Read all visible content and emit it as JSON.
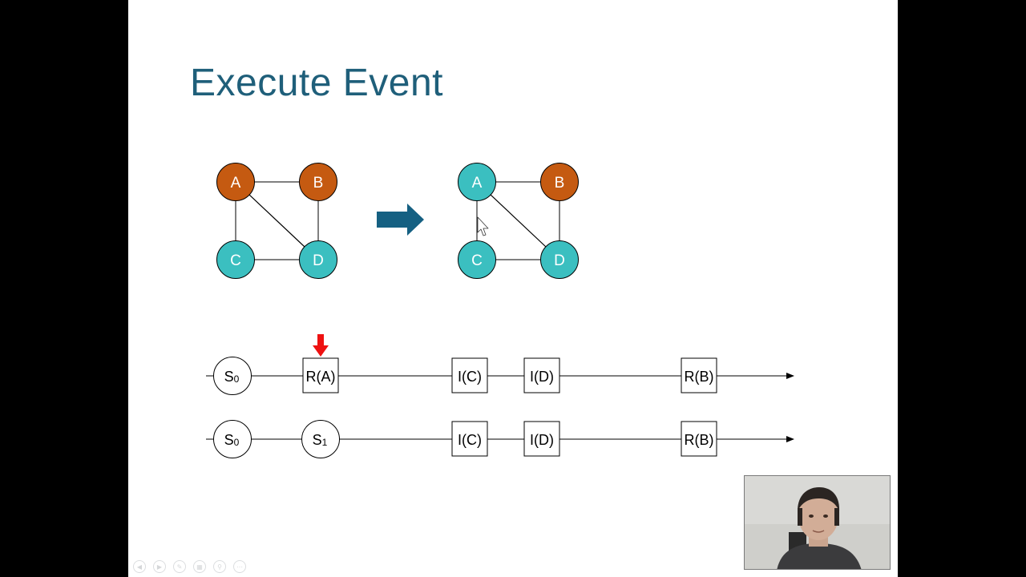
{
  "slide": {
    "title": "Execute Event"
  },
  "graph_before": {
    "nodes": [
      {
        "label": "A",
        "color": "#c55a11"
      },
      {
        "label": "B",
        "color": "#c55a11"
      },
      {
        "label": "C",
        "color": "#3bbfc0"
      },
      {
        "label": "D",
        "color": "#3bbfc0"
      }
    ]
  },
  "graph_after": {
    "nodes": [
      {
        "label": "A",
        "color": "#3bbfc0"
      },
      {
        "label": "B",
        "color": "#c55a11"
      },
      {
        "label": "C",
        "color": "#3bbfc0"
      },
      {
        "label": "D",
        "color": "#3bbfc0"
      }
    ]
  },
  "transition_arrow": {
    "icon": "right-arrow-icon",
    "color": "#156082"
  },
  "timeline_top": {
    "state": {
      "base": "S",
      "sub": "0"
    },
    "events": [
      "R(A)",
      "I(C)",
      "I(D)",
      "R(B)"
    ],
    "marker": {
      "icon": "down-arrow-icon",
      "color": "#ee1111"
    }
  },
  "timeline_bottom": {
    "states": [
      {
        "base": "S",
        "sub": "0"
      },
      {
        "base": "S",
        "sub": "1"
      }
    ],
    "events": [
      "I(C)",
      "I(D)",
      "R(B)"
    ]
  },
  "toolbar": {
    "icons": [
      "prev-icon",
      "next-icon",
      "pen-icon",
      "slides-icon",
      "zoom-icon",
      "more-icon"
    ]
  },
  "webcam": {
    "icon": "presenter-video-icon"
  }
}
